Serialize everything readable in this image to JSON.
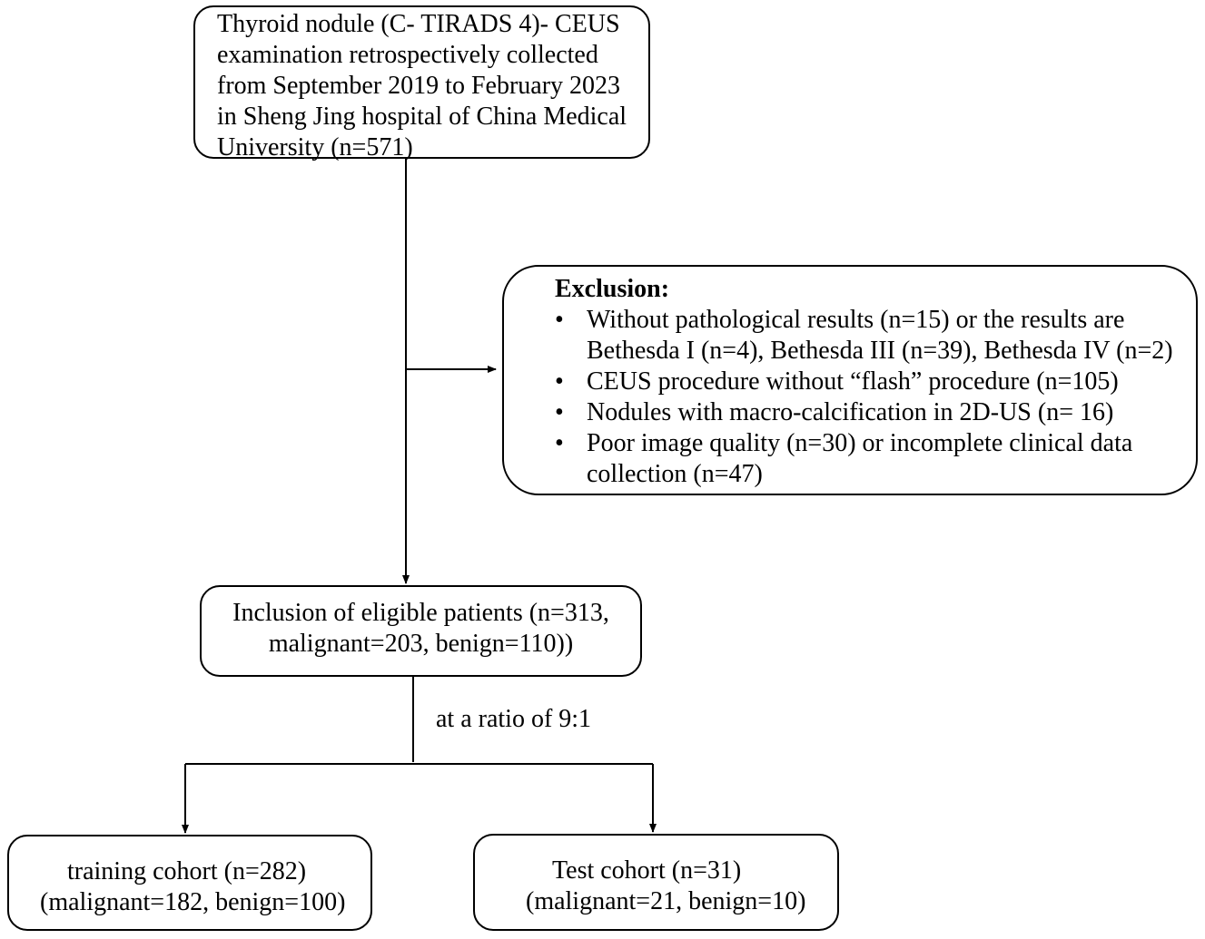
{
  "source_box": {
    "lines": [
      "Thyroid nodule (C- TIRADS 4)- CEUS",
      "examination retrospectively collected",
      "from September 2019 to February 2023",
      "in Sheng Jing hospital of China Medical",
      "University (n=571)"
    ]
  },
  "exclusion_box": {
    "title": "Exclusion:",
    "bullet_glyph": "•",
    "items": [
      "Without pathological results (n=15) or the results are Bethesda I (n=4), Bethesda III (n=39), Bethesda IV (n=2)",
      "CEUS procedure without “flash” procedure (n=105)",
      "Nodules with macro-calcification in 2D-US (n= 16)",
      "Poor image quality (n=30) or incomplete clinical data collection (n=47)"
    ]
  },
  "inclusion_box": {
    "lines": [
      "Inclusion of eligible patients (n=313,",
      "malignant=203, benign=110))"
    ]
  },
  "split_label": "at a ratio of 9:1",
  "training_box": {
    "lines": [
      "training cohort (n=282)",
      "(malignant=182, benign=100)"
    ]
  },
  "test_box": {
    "lines": [
      "Test cohort (n=31)",
      "(malignant=21, benign=10)"
    ]
  }
}
